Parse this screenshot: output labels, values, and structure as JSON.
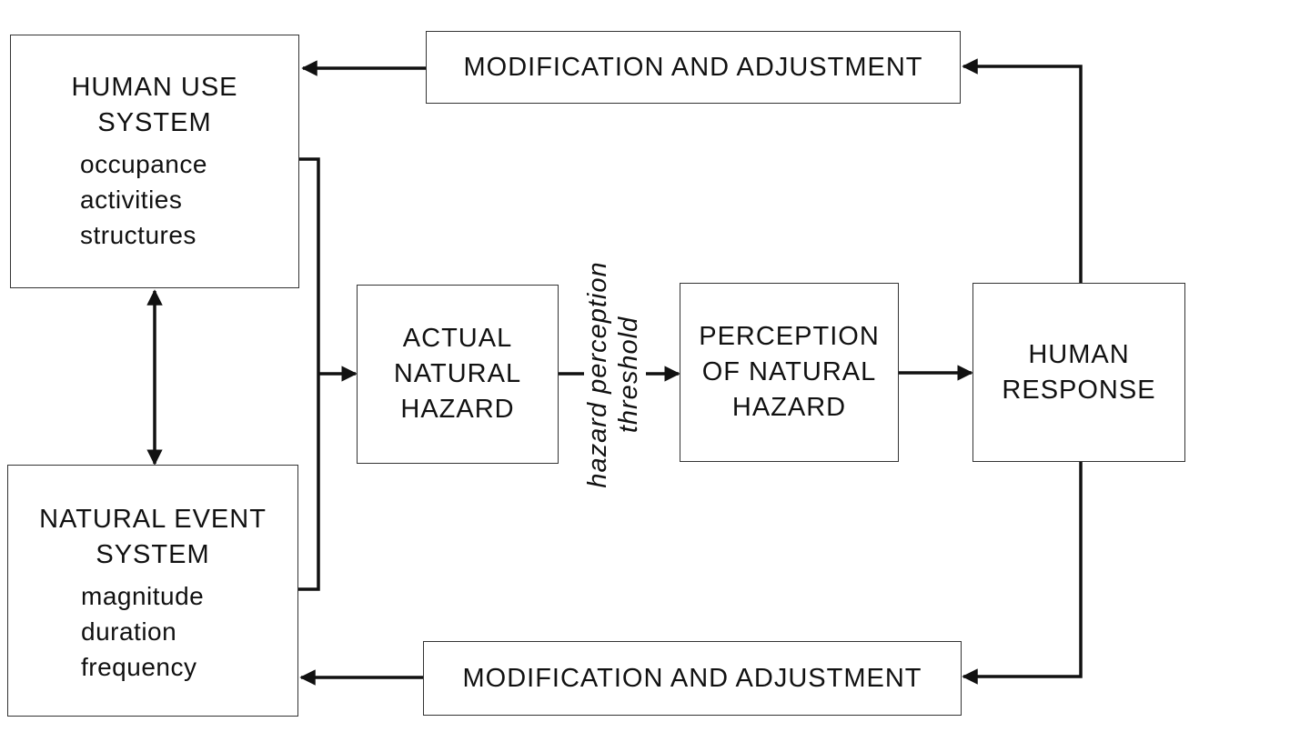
{
  "human_use_system": {
    "title": "HUMAN USE\nSYSTEM",
    "attributes": [
      "occupance",
      "activities",
      "structures"
    ]
  },
  "natural_event_system": {
    "title": "NATURAL EVENT\nSYSTEM",
    "attributes": [
      "magnitude",
      "duration",
      "frequency"
    ]
  },
  "actual_hazard": {
    "title": "ACTUAL\nNATURAL\nHAZARD"
  },
  "perception": {
    "title": "PERCEPTION\nOF NATURAL\nHAZARD"
  },
  "human_response": {
    "title": "HUMAN\nRESPONSE"
  },
  "top_flow": {
    "label": "MODIFICATION AND ADJUSTMENT"
  },
  "bottom_flow": {
    "label": "MODIFICATION AND ADJUSTMENT"
  },
  "threshold": {
    "label": "hazard perception\nthreshold"
  }
}
